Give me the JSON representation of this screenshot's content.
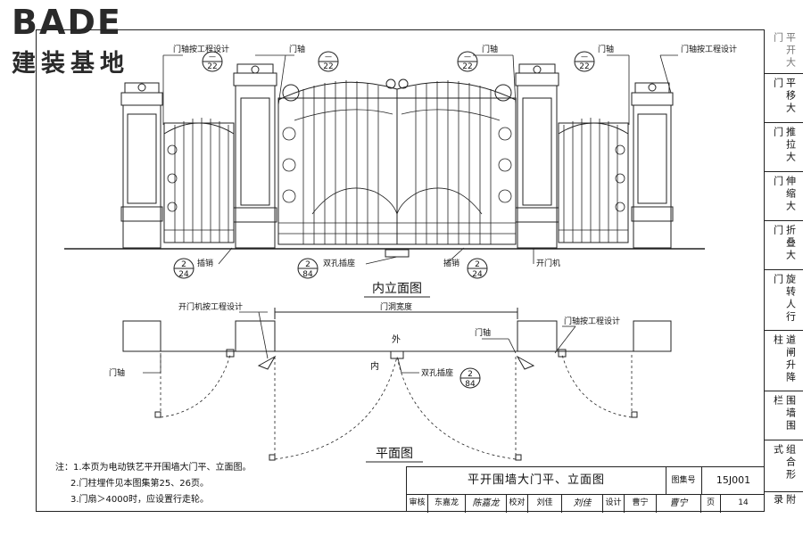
{
  "logo": {
    "brand": "BADE",
    "chinese": "建装基地"
  },
  "sidebar": {
    "items": [
      {
        "label": "平开大门",
        "active": true
      },
      {
        "label": "平移大门",
        "active": false
      },
      {
        "label": "推拉大门",
        "active": false
      },
      {
        "label": "伸缩大门",
        "active": false
      },
      {
        "label": "折叠大门",
        "active": false
      },
      {
        "label": "旋转人行门",
        "active": false
      },
      {
        "label": "道闸升降柱",
        "active": false
      },
      {
        "label": "围墙围栏",
        "active": false
      },
      {
        "label": "组合形式",
        "active": false
      },
      {
        "label": "附录",
        "active": false
      }
    ]
  },
  "elevation": {
    "title": "内立面图",
    "labels": {
      "pivot_eng_left": "门轴按工程设计",
      "pivot_a": "门轴",
      "pivot_b": "门轴",
      "pivot_c": "门轴",
      "pivot_d": "门轴",
      "pivot_eng_right": "门轴按工程设计",
      "latch_left": "插销",
      "double_socket": "双孔插座",
      "latch_right": "插销",
      "opener": "开门机"
    },
    "refs": {
      "r1": {
        "top": "—",
        "bottom": "22"
      },
      "r2": {
        "top": "—",
        "bottom": "22"
      },
      "r3": {
        "top": "—",
        "bottom": "22"
      },
      "r4": {
        "top": "—",
        "bottom": "22"
      },
      "r5": {
        "top": "2",
        "bottom": "24"
      },
      "r6": {
        "top": "2",
        "bottom": "84"
      },
      "r7": {
        "top": "2",
        "bottom": "24"
      }
    }
  },
  "plan": {
    "title": "平面图",
    "labels": {
      "opener_eng": "开门机按工程设计",
      "opening_width": "门洞宽度",
      "outside": "外",
      "inside": "内",
      "pivot_left": "门轴",
      "pivot_right": "门轴",
      "pivot_eng": "门轴按工程设计",
      "double_socket": "双孔插座"
    },
    "refs": {
      "r8": {
        "top": "2",
        "bottom": "84"
      }
    }
  },
  "notes": [
    "注：1.本页为电动铁艺平开围墙大门平、立面图。",
    "2.门柱埋件见本图集第25、26页。",
    "3.门扇＞4000时，应设置行走轮。"
  ],
  "titleblock": {
    "title": "平开围墙大门平、立面图",
    "atlas_label": "图集号",
    "atlas_value": "15J001",
    "review_label": "审核",
    "review_name": "东嘉龙",
    "review_sig": "陈嘉龙",
    "check_label": "校对",
    "check_name": "刘佳",
    "check_sig": "刘佳",
    "design_label": "设计",
    "design_name": "曹宁",
    "design_sig": "曹宁",
    "page_label": "页",
    "page_value": "14"
  }
}
